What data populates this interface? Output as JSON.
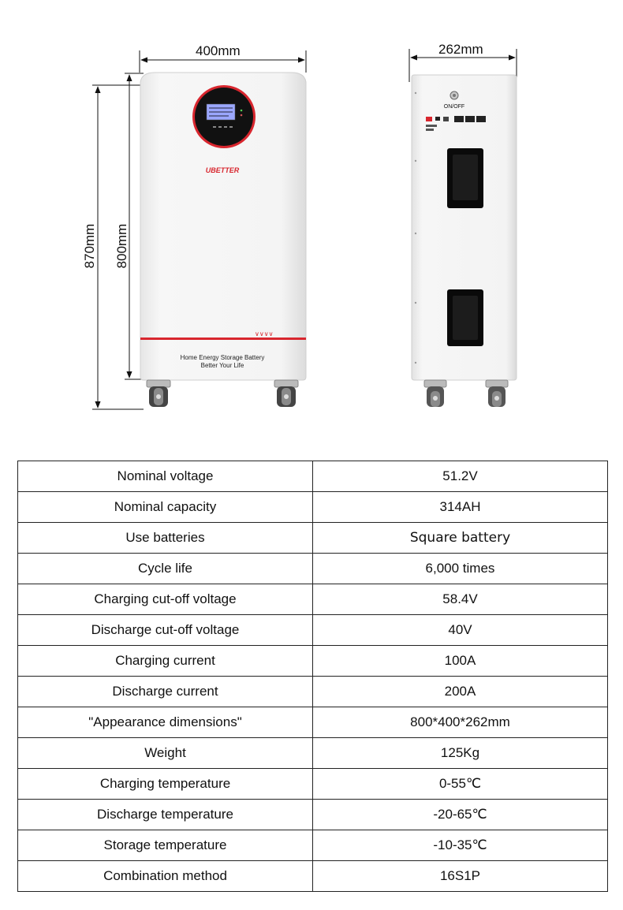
{
  "dimensions": {
    "front_width": "400mm",
    "side_width": "262mm",
    "total_height": "870mm",
    "body_height": "800mm"
  },
  "product": {
    "brand": "UBETTER",
    "tagline_1": "Home Energy Storage Battery",
    "tagline_2": "Better Your Life",
    "switch_label": "ON/OFF"
  },
  "colors": {
    "accent_red": "#d8262e",
    "body_white": "#f4f4f4",
    "handle_black": "#0a0a0a"
  },
  "specs": [
    {
      "label": "Nominal voltage",
      "value": "51.2V"
    },
    {
      "label": "Nominal capacity",
      "value": "314AH"
    },
    {
      "label": "Use batteries",
      "value": "Square battery"
    },
    {
      "label": "Cycle life",
      "value": "6,000 times"
    },
    {
      "label": "Charging cut-off voltage",
      "value": "58.4V"
    },
    {
      "label": "Discharge cut-off voltage",
      "value": "40V"
    },
    {
      "label": "Charging current",
      "value": "100A"
    },
    {
      "label": "Discharge current",
      "value": "200A"
    },
    {
      "label": "\"Appearance dimensions\"",
      "value": "800*400*262mm"
    },
    {
      "label": "Weight",
      "value": "125Kg"
    },
    {
      "label": "Charging temperature",
      "value": "0-55℃"
    },
    {
      "label": "Discharge temperature",
      "value": "-20-65℃"
    },
    {
      "label": "Storage temperature",
      "value": "-10-35℃"
    },
    {
      "label": "Combination method",
      "value": "16S1P"
    }
  ]
}
